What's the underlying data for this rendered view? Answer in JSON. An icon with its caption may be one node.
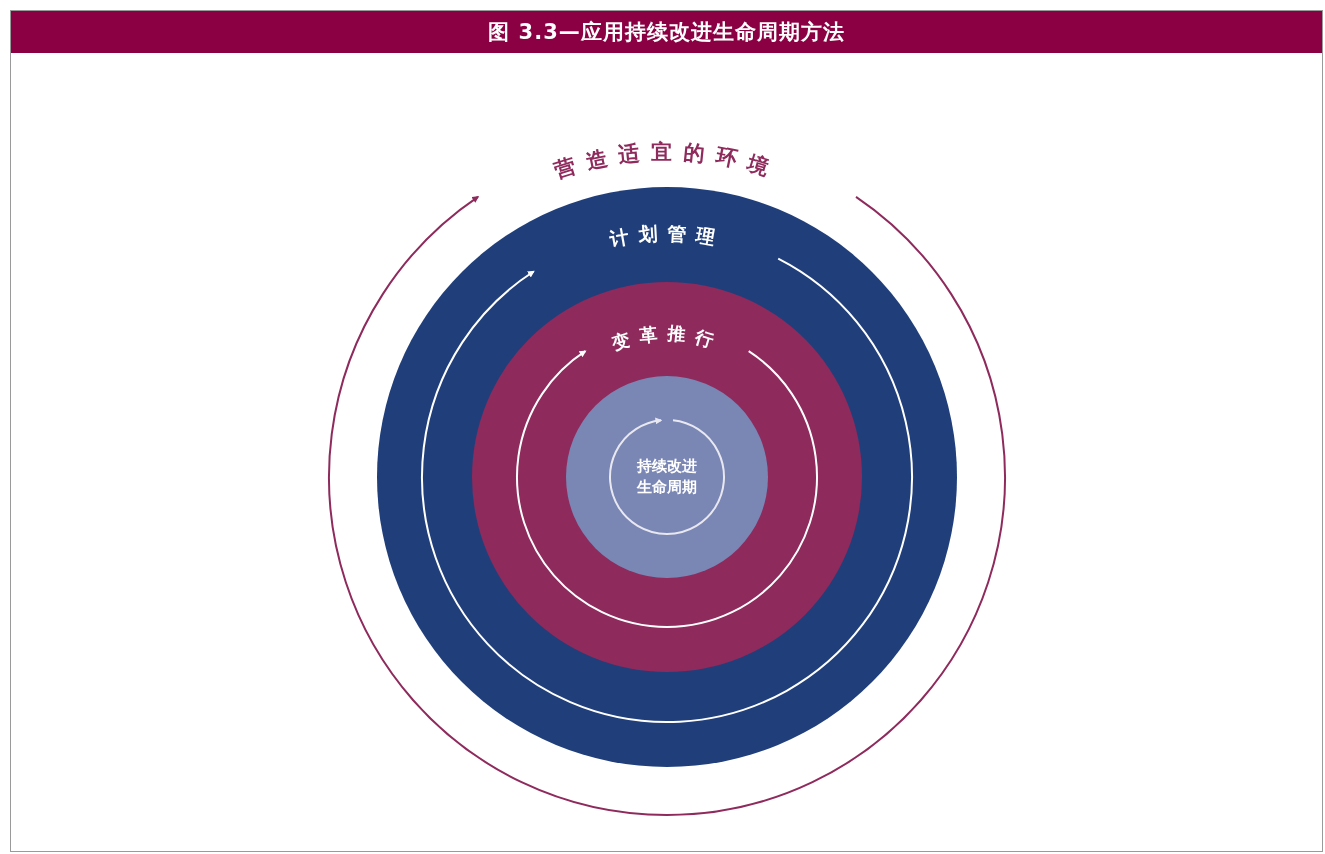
{
  "diagram": {
    "title": "图 3.3—应用持续改进生命周期方法",
    "nodes": [
      {
        "text": [
          "计划管理"
        ]
      },
      {
        "text": [
          "变革推行"
        ],
        "in": 0
      },
      {
        "text": [
          "持续改进生命周期"
        ],
        "in": 1
      }
    ],
    "labels": [
      "营造适宜的环境"
    ]
  }
}
